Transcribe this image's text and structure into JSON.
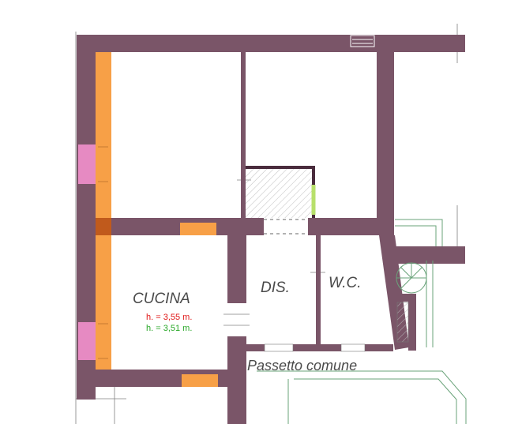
{
  "rooms": {
    "kitchen": {
      "label": "CUCINA",
      "height_1": "h. = 3,55 m.",
      "height_2": "h. = 3,51 m."
    },
    "hallway": {
      "label": "DIS."
    },
    "bathroom": {
      "label": "W.C."
    },
    "passage": {
      "label": "Passetto comune"
    }
  },
  "colors": {
    "wall": "#7a5568",
    "window_orange": "#f7a047",
    "window_pink": "#e68ac2",
    "height_red": "#e01818",
    "height_green": "#2aa829"
  }
}
